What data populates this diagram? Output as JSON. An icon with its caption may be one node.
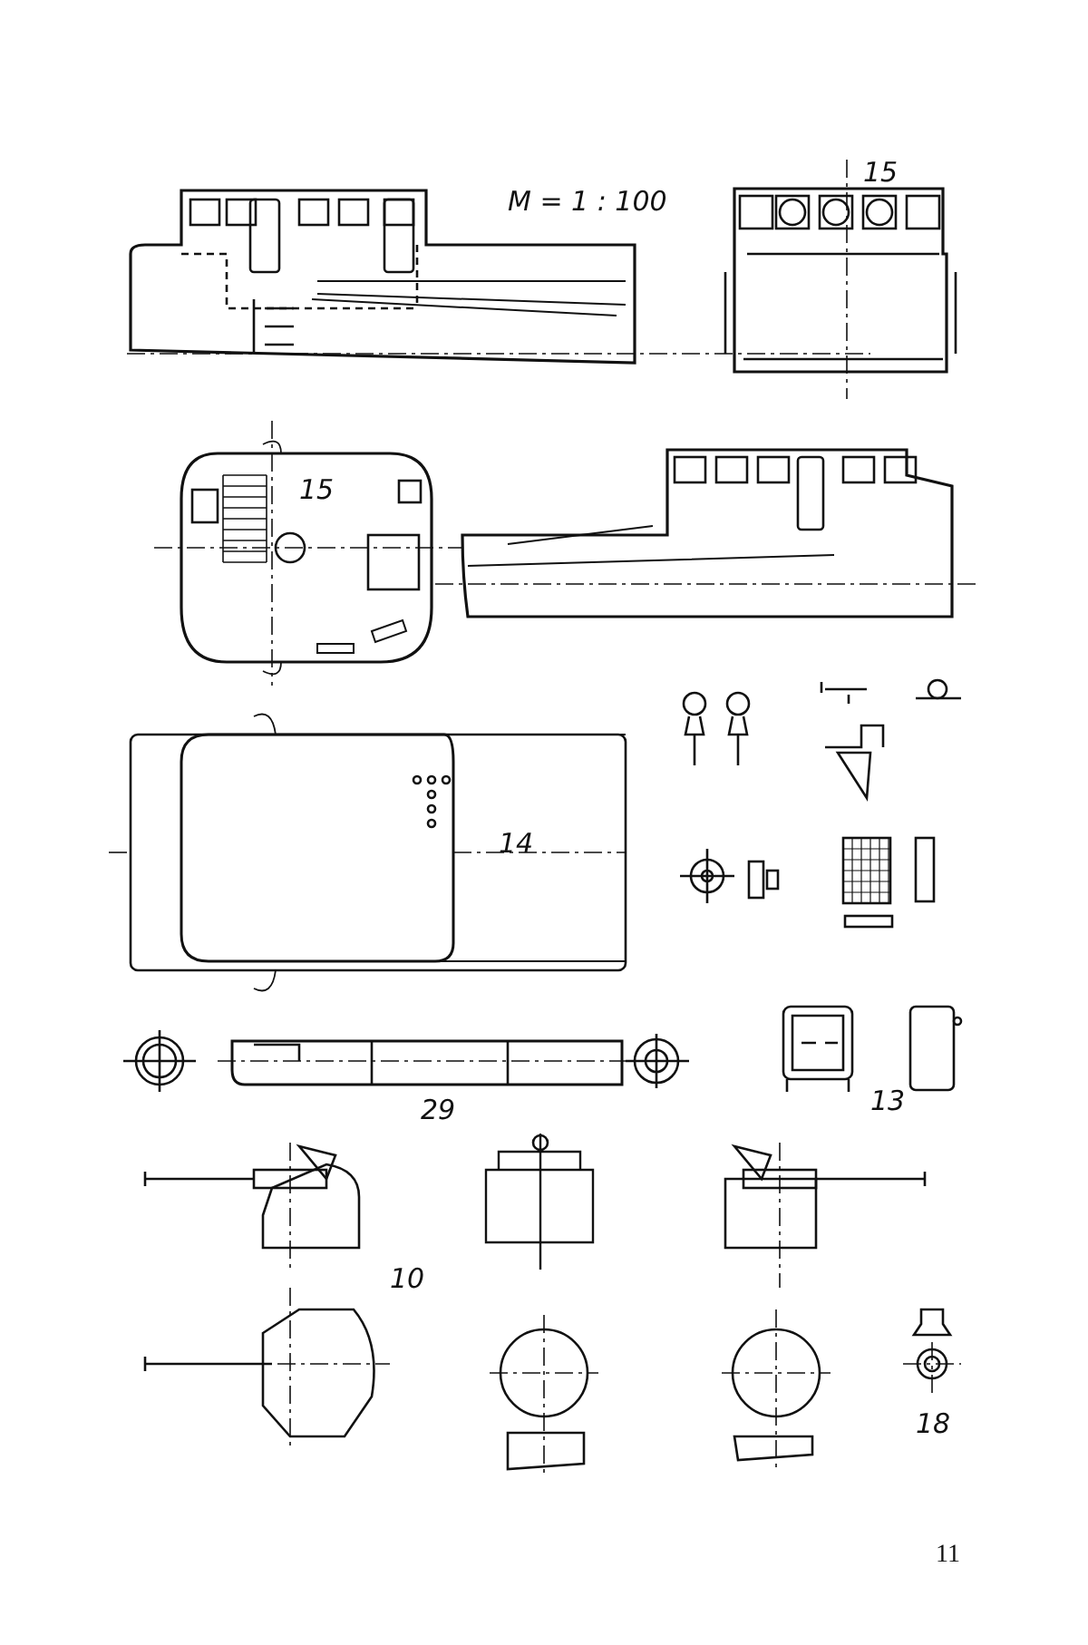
{
  "diagram": {
    "labels": [
      "M = 1 : 100",
      "15",
      "15",
      "14",
      "29",
      "13",
      "10",
      "18",
      "11"
    ]
  }
}
